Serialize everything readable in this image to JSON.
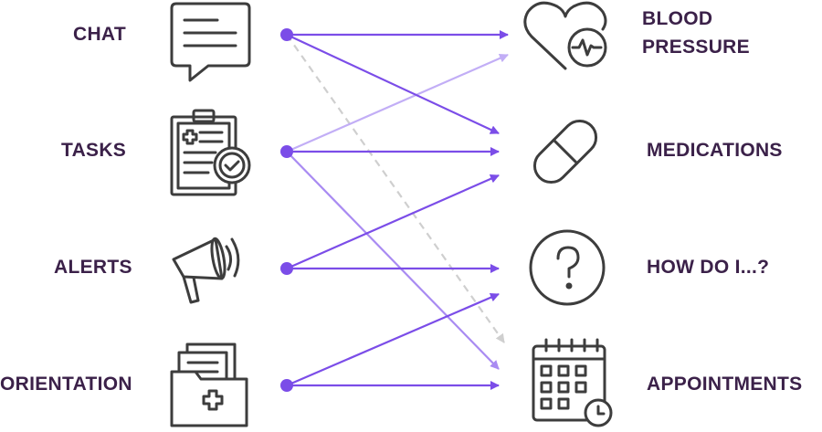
{
  "left_items": [
    {
      "label": "CHAT",
      "icon": "chat-bubble-icon"
    },
    {
      "label": "TASKS",
      "icon": "clipboard-check-icon"
    },
    {
      "label": "ALERTS",
      "icon": "megaphone-icon"
    },
    {
      "label": "ORIENTATION",
      "icon": "folder-medical-icon"
    }
  ],
  "right_items": [
    {
      "label": "BLOOD",
      "label2": "PRESSURE",
      "icon": "heart-pulse-icon"
    },
    {
      "label": "MEDICATIONS",
      "icon": "pill-capsule-icon"
    },
    {
      "label": "HOW DO I...?",
      "icon": "question-circle-icon"
    },
    {
      "label": "APPOINTMENTS",
      "icon": "calendar-clock-icon"
    }
  ],
  "colors": {
    "text": "#3b2149",
    "icon": "#3d3d3d",
    "arrow_dark": "#7b4de8",
    "arrow_light": "#c2aef6",
    "arrow_mid": "#a98bf2",
    "arrow_dashed": "#cfcfcf"
  }
}
